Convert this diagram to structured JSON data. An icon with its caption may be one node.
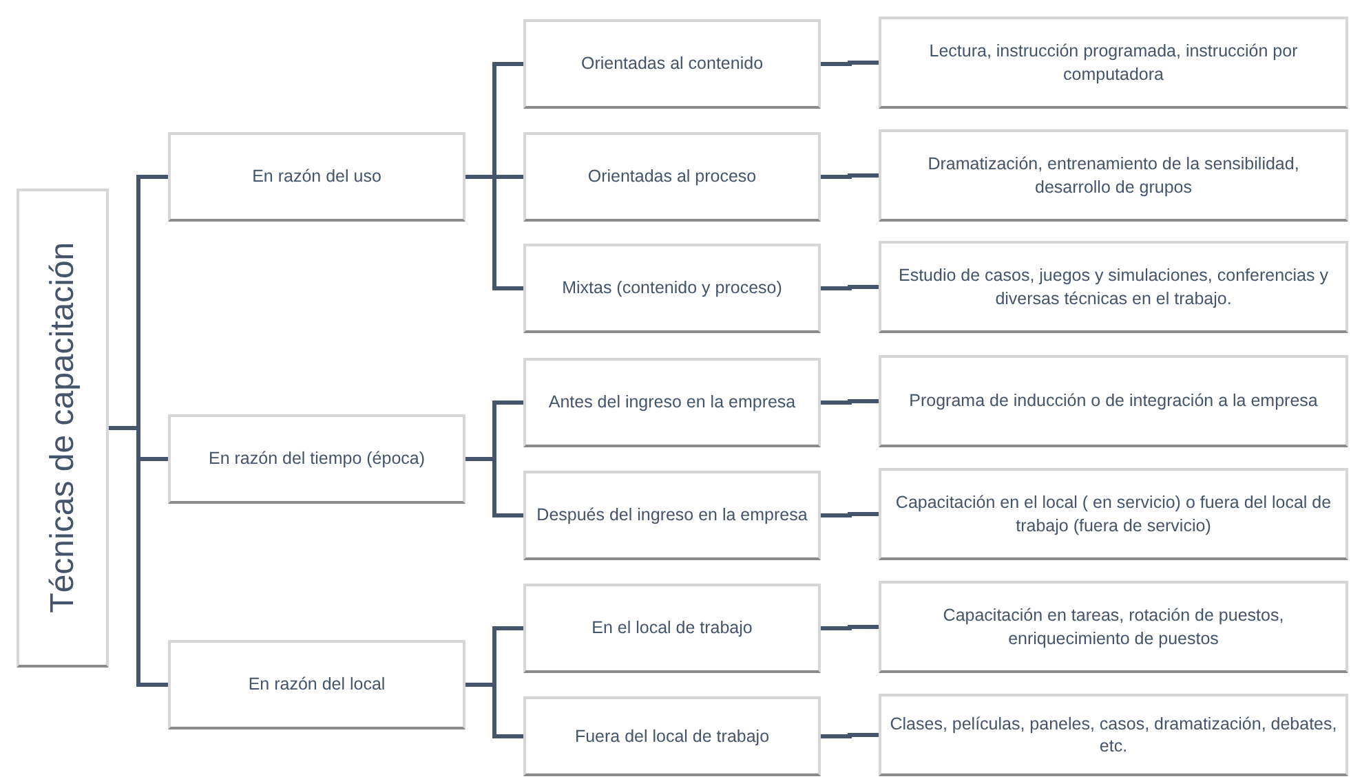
{
  "diagram": {
    "nodes": [
      {
        "text": [
          "Técnicas de capacitación"
        ]
      },
      {
        "text": [
          "En razón del uso"
        ]
      },
      {
        "text": [
          "Orientadas al contenido"
        ]
      },
      {
        "text": [
          "Lectura, instrucción programada, instrucción por computadora"
        ]
      },
      {
        "text": [
          "Orientadas al proceso"
        ]
      },
      {
        "text": [
          "Dramatización, entrenamiento de la sensibilidad, desarrollo de grupos"
        ]
      },
      {
        "text": [
          "Mixtas (contenido y proceso)"
        ]
      },
      {
        "text": [
          "Estudio de casos, juegos y simulaciones, conferencias y diversas técnicas en el trabajo."
        ]
      },
      {
        "text": [
          "En razón del tiempo (época)"
        ]
      },
      {
        "text": [
          "Antes del ingreso en la empresa"
        ]
      },
      {
        "text": [
          "Programa de inducción o de integración a la empresa"
        ]
      },
      {
        "text": [
          "Después del ingreso en la empresa"
        ]
      },
      {
        "text": [
          "Capacitación en el local ( en servicio) o fuera del local de trabajo (fuera de servicio)"
        ]
      },
      {
        "text": [
          "En razón del local"
        ]
      },
      {
        "text": [
          "En el local de trabajo"
        ]
      },
      {
        "text": [
          "Capacitación en tareas, rotación de puestos, enriquecimiento de puestos"
        ]
      },
      {
        "text": [
          "Fuera del local de trabajo"
        ]
      },
      {
        "text": [
          "Clases, películas, paneles, casos, dramatización, debates, etc."
        ]
      }
    ],
    "edges": [
      {
        "from": 0,
        "to": 1,
        "arrow": "none"
      },
      {
        "from": 0,
        "to": 8,
        "arrow": "none"
      },
      {
        "from": 0,
        "to": 13,
        "arrow": "none"
      },
      {
        "from": 1,
        "to": 2,
        "arrow": "none"
      },
      {
        "from": 1,
        "to": 4,
        "arrow": "none"
      },
      {
        "from": 1,
        "to": 6,
        "arrow": "none"
      },
      {
        "from": 2,
        "to": 3,
        "arrow": "none"
      },
      {
        "from": 4,
        "to": 5,
        "arrow": "none"
      },
      {
        "from": 6,
        "to": 7,
        "arrow": "none"
      },
      {
        "from": 8,
        "to": 9,
        "arrow": "none"
      },
      {
        "from": 8,
        "to": 11,
        "arrow": "none"
      },
      {
        "from": 9,
        "to": 10,
        "arrow": "none"
      },
      {
        "from": 11,
        "to": 12,
        "arrow": "none"
      },
      {
        "from": 13,
        "to": 14,
        "arrow": "none"
      },
      {
        "from": 13,
        "to": 16,
        "arrow": "none"
      },
      {
        "from": 14,
        "to": 15,
        "arrow": "none"
      },
      {
        "from": 16,
        "to": 17,
        "arrow": "none"
      }
    ]
  }
}
